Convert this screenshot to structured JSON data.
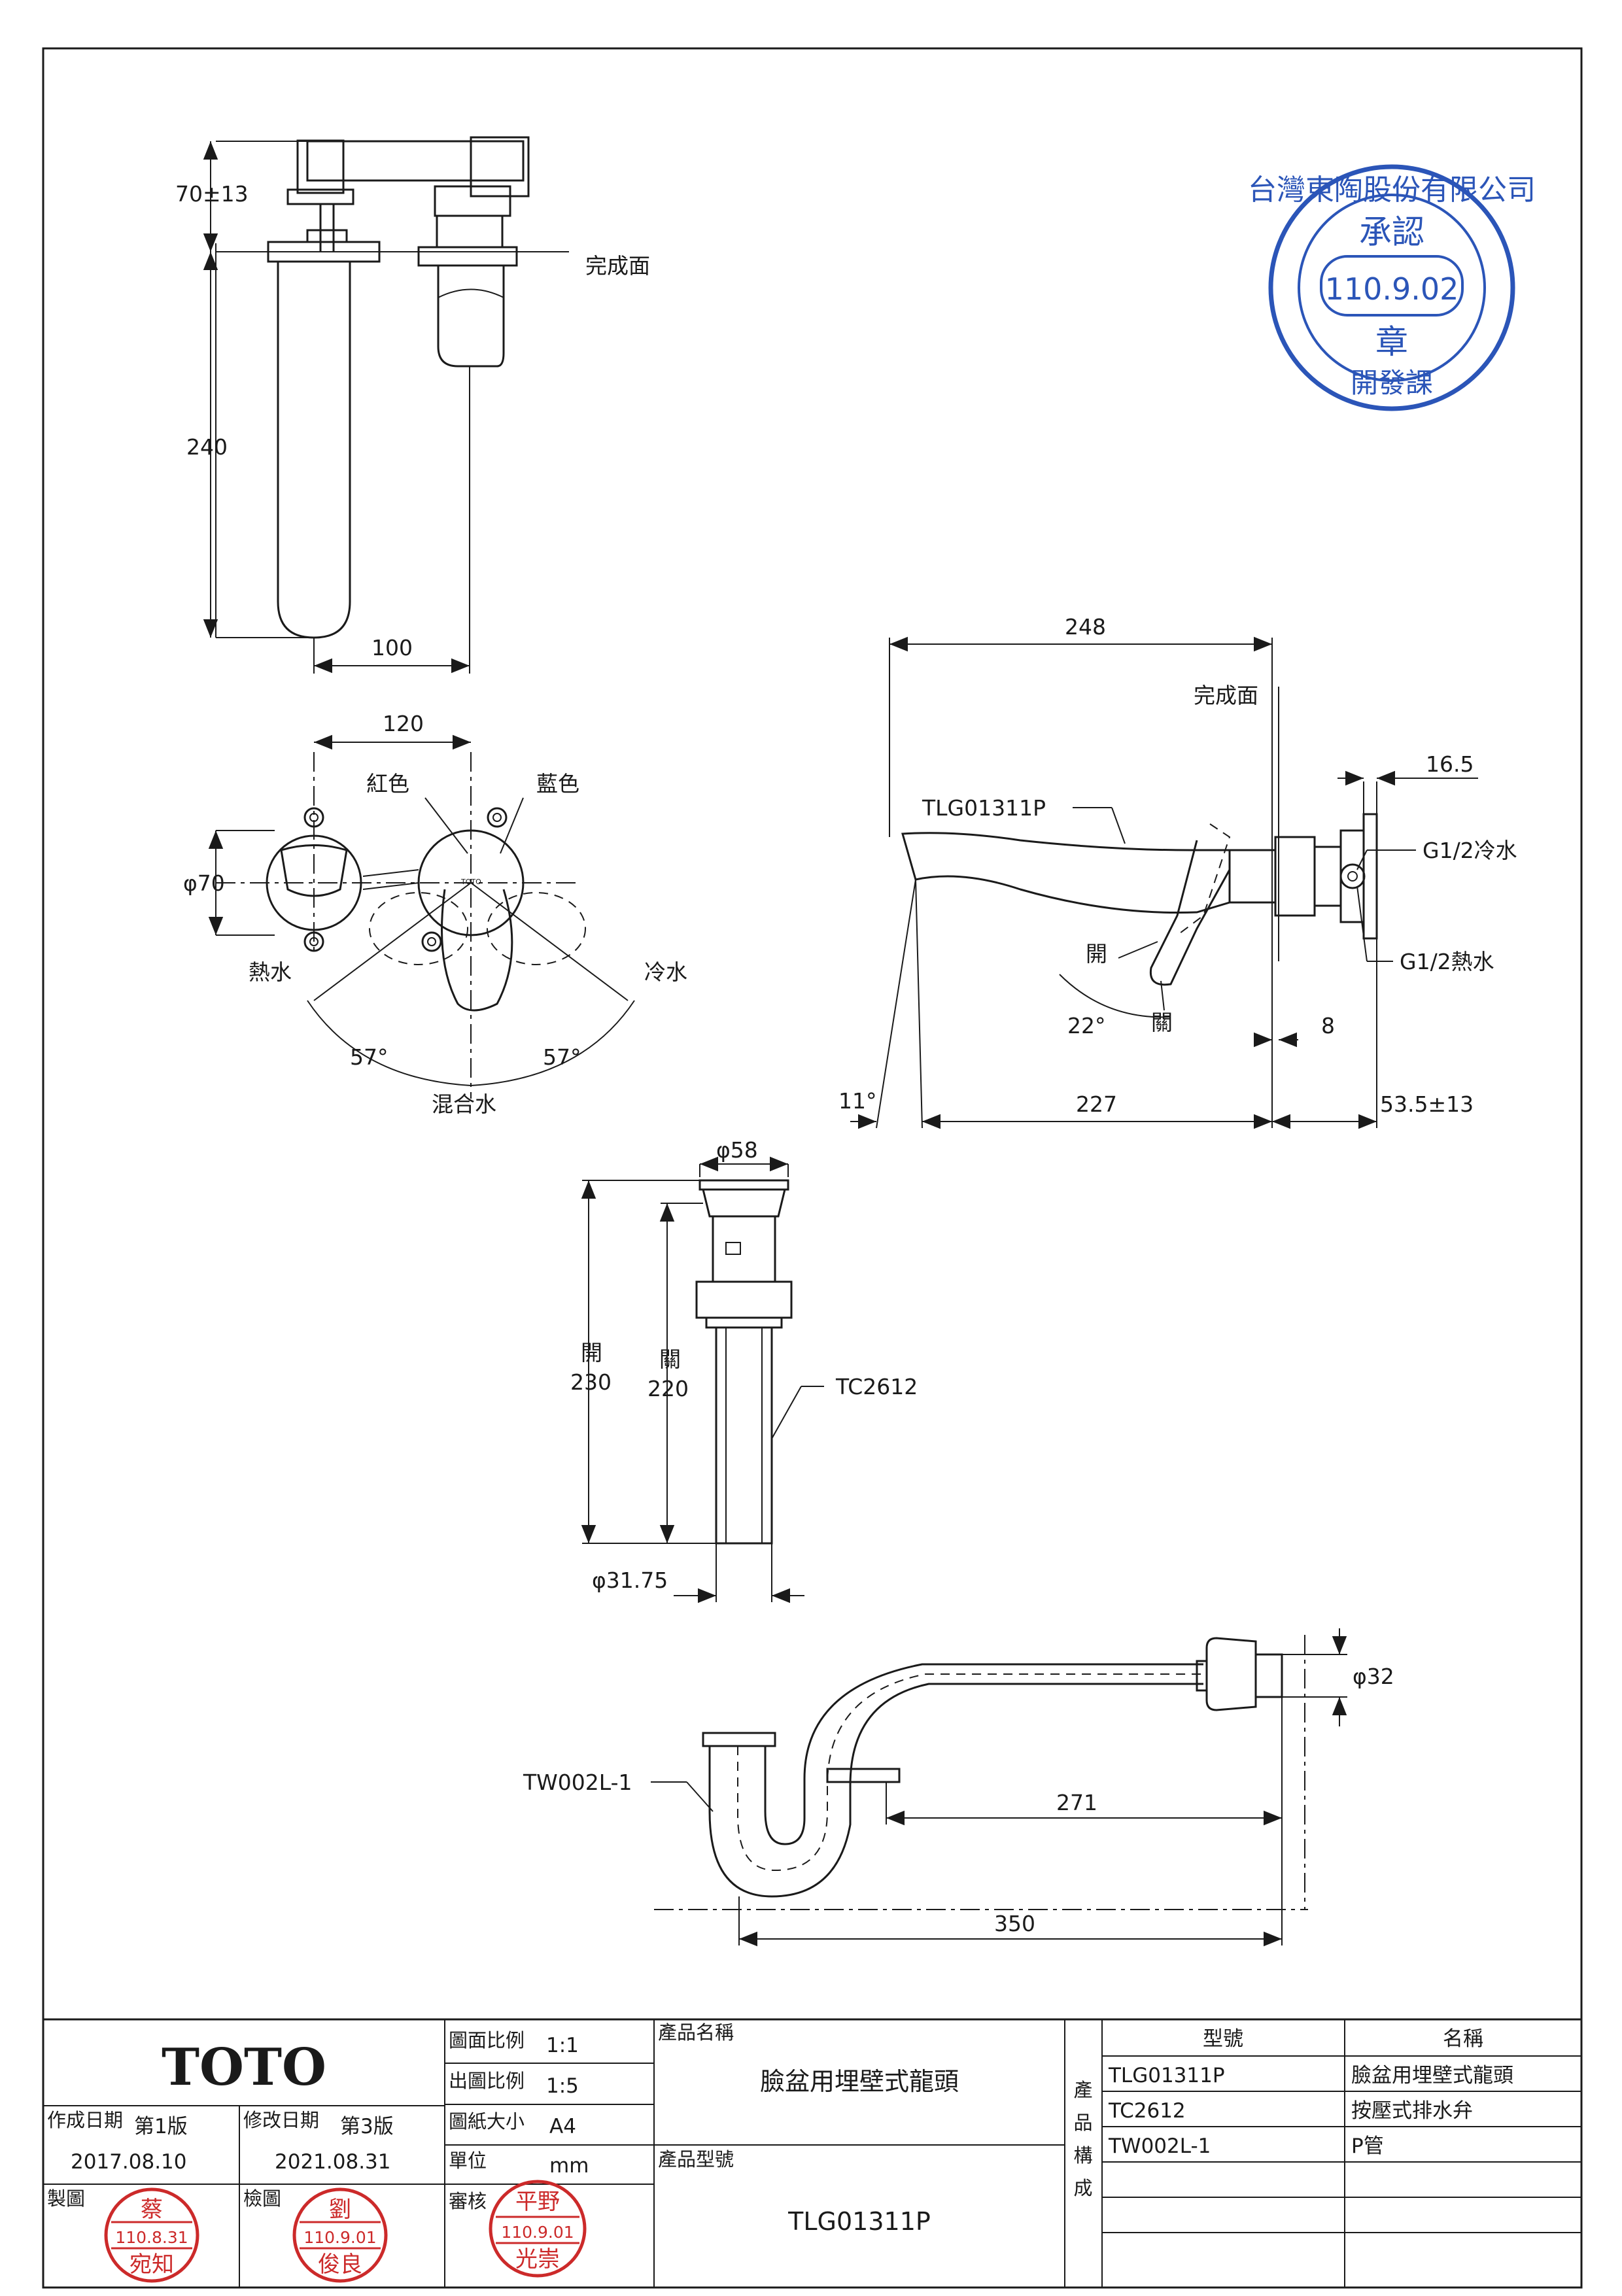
{
  "drawing": {
    "finish_surface": "完成面",
    "top_view": {
      "dim_70_13": "70±13",
      "dim_240": "240",
      "dim_100": "100"
    },
    "front_view": {
      "dim_120": "120",
      "dim_phi70": "φ70",
      "red": "紅色",
      "blue": "藍色",
      "hot_water": "熱水",
      "cold_water": "冷水",
      "mixed_water": "混合水",
      "angle_left": "57°",
      "angle_right": "57°",
      "handle_text": "TOTO"
    },
    "side_view": {
      "dim_248": "248",
      "model": "TLG01311P",
      "dim_16_5": "16.5",
      "g12_cold": "G1/2冷水",
      "g12_hot": "G1/2熱水",
      "open": "開",
      "close": "關",
      "angle_22": "22°",
      "dim_8": "8",
      "angle_11": "11°",
      "dim_227": "227",
      "dim_53_5": "53.5±13"
    },
    "drain": {
      "dim_phi58": "φ58",
      "open_label": "開",
      "open_230": "230",
      "close_label": "關",
      "close_220": "220",
      "model": "TC2612",
      "dim_phi31_75": "φ31.75"
    },
    "ptrap": {
      "model": "TW002L-1",
      "dim_phi32": "φ32",
      "dim_271": "271",
      "dim_350": "350"
    }
  },
  "stamp_approval": {
    "ring_text": "台灣東陶股份有限公司",
    "approve": "承認",
    "date": "110.9.02",
    "seal": "章",
    "dept": "開發課"
  },
  "title_block": {
    "logo": "TOTO",
    "scale_label": "圖面比例",
    "scale_value": "1:1",
    "print_scale_label": "出圖比例",
    "print_scale_value": "1:5",
    "paper_label": "圖紙大小",
    "paper_value": "A4",
    "unit_label": "單位",
    "unit_value": "mm",
    "product_name_label": "產品名稱",
    "product_name": "臉盆用埋壁式龍頭",
    "product_model_label": "產品型號",
    "product_model": "TLG01311P",
    "created_label": "作成日期",
    "created_ver": "第1版",
    "created_date": "2017.08.10",
    "modified_label": "修改日期",
    "modified_ver": "第3版",
    "modified_date": "2021.08.31",
    "drawn_label": "製圖",
    "checked_label": "檢圖",
    "reviewed_label": "審核",
    "composition_label": "產品構成",
    "components_header_model": "型號",
    "components_header_name": "名稱",
    "components": [
      {
        "model": "TLG01311P",
        "name": "臉盆用埋壁式龍頭"
      },
      {
        "model": "TC2612",
        "name": "按壓式排水弁"
      },
      {
        "model": "TW002L-1",
        "name": "P管"
      },
      {
        "model": "",
        "name": ""
      }
    ],
    "stamps": [
      {
        "top": "蔡",
        "date": "110.8.31",
        "bottom": "宛知"
      },
      {
        "top": "劉",
        "date": "110.9.01",
        "bottom": "俊良"
      },
      {
        "top": "平野",
        "date": "110.9.01",
        "bottom": "光崇"
      }
    ]
  },
  "colors": {
    "ink": "#1a1a1a",
    "stamp_blue": "#2b55b8",
    "stamp_red": "#cc2a2a"
  }
}
